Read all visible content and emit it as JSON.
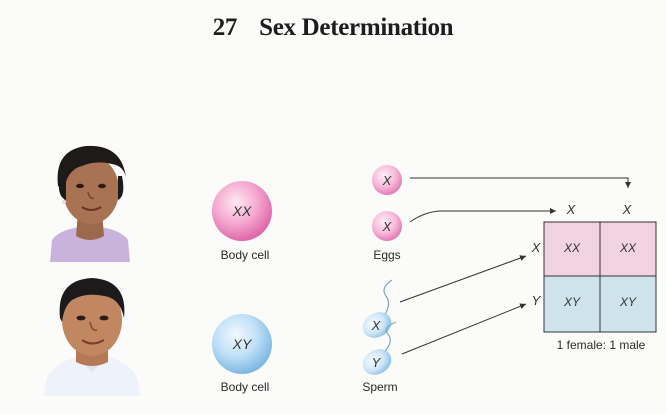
{
  "title": {
    "number": "27",
    "text": "Sex Determination"
  },
  "female": {
    "body_cell": {
      "chromosomes": "XX",
      "label": "Body cell",
      "color": "#e879b8"
    },
    "eggs": {
      "chromosomes": [
        "X",
        "X"
      ],
      "label": "Eggs"
    }
  },
  "male": {
    "body_cell": {
      "chromosomes": "XY",
      "label": "Body cell",
      "color": "#8ec6ec"
    },
    "sperm": {
      "chromosomes": [
        "X",
        "Y"
      ],
      "label": "Sperm"
    }
  },
  "punnett": {
    "column_headers": [
      "X",
      "X"
    ],
    "row_headers": [
      "X",
      "Y"
    ],
    "cells": [
      [
        "XX",
        "XX"
      ],
      [
        "XY",
        "XY"
      ]
    ],
    "female_color": "#f1d3e2",
    "male_color": "#cfe3ec",
    "ratio_label": "1 female: 1 male"
  }
}
